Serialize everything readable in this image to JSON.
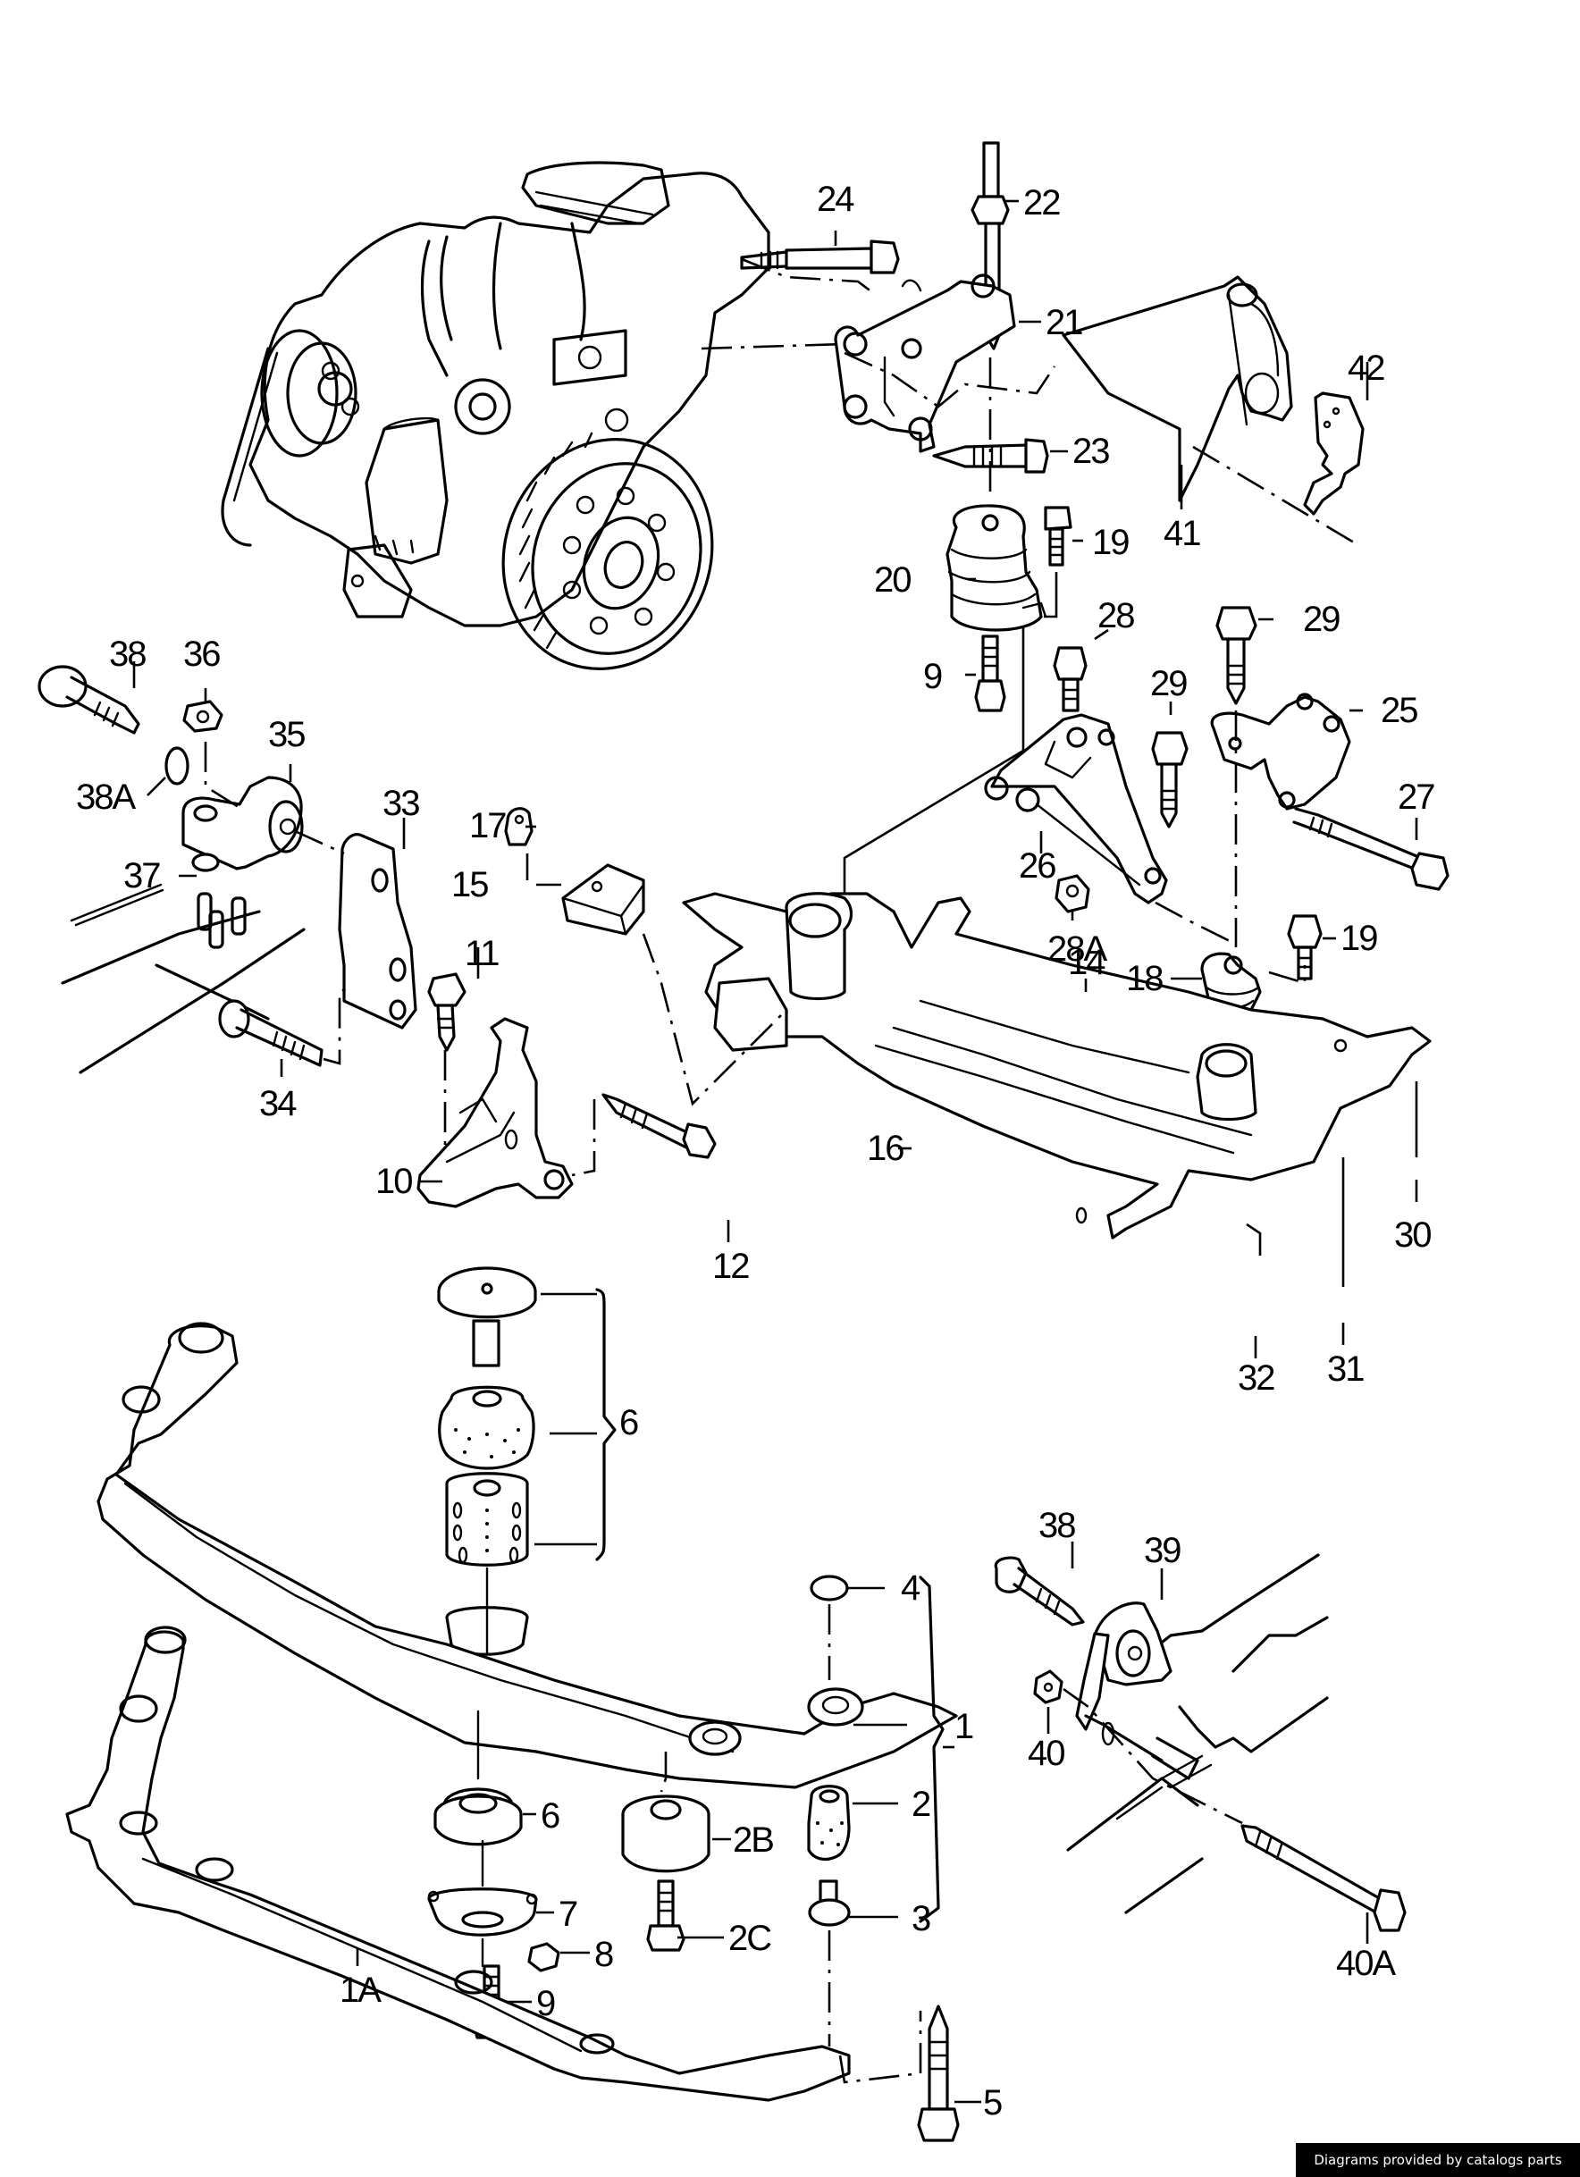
{
  "diagram": {
    "title": "Engine mounting / subframe exploded parts diagram",
    "callouts": [
      {
        "id": "c1",
        "label": "1"
      },
      {
        "id": "c1A",
        "label": "1A"
      },
      {
        "id": "c2",
        "label": "2"
      },
      {
        "id": "c2B",
        "label": "2B"
      },
      {
        "id": "c2C",
        "label": "2C"
      },
      {
        "id": "c3",
        "label": "3"
      },
      {
        "id": "c4",
        "label": "4"
      },
      {
        "id": "c5",
        "label": "5"
      },
      {
        "id": "c6a",
        "label": "6"
      },
      {
        "id": "c6b",
        "label": "6"
      },
      {
        "id": "c7",
        "label": "7"
      },
      {
        "id": "c8",
        "label": "8"
      },
      {
        "id": "c9a",
        "label": "9"
      },
      {
        "id": "c9b",
        "label": "9"
      },
      {
        "id": "c10",
        "label": "10"
      },
      {
        "id": "c11",
        "label": "11"
      },
      {
        "id": "c12",
        "label": "12"
      },
      {
        "id": "c14",
        "label": "14"
      },
      {
        "id": "c15",
        "label": "15"
      },
      {
        "id": "c16",
        "label": "16"
      },
      {
        "id": "c17",
        "label": "17"
      },
      {
        "id": "c18",
        "label": "18"
      },
      {
        "id": "c19a",
        "label": "19"
      },
      {
        "id": "c19b",
        "label": "19"
      },
      {
        "id": "c20",
        "label": "20"
      },
      {
        "id": "c21",
        "label": "21"
      },
      {
        "id": "c22",
        "label": "22"
      },
      {
        "id": "c23",
        "label": "23"
      },
      {
        "id": "c24",
        "label": "24"
      },
      {
        "id": "c25",
        "label": "25"
      },
      {
        "id": "c26",
        "label": "26"
      },
      {
        "id": "c27",
        "label": "27"
      },
      {
        "id": "c28",
        "label": "28"
      },
      {
        "id": "c28A",
        "label": "28A"
      },
      {
        "id": "c29a",
        "label": "29"
      },
      {
        "id": "c29b",
        "label": "29"
      },
      {
        "id": "c30",
        "label": "30"
      },
      {
        "id": "c31",
        "label": "31"
      },
      {
        "id": "c32",
        "label": "32"
      },
      {
        "id": "c33",
        "label": "33"
      },
      {
        "id": "c34",
        "label": "34"
      },
      {
        "id": "c35",
        "label": "35"
      },
      {
        "id": "c36",
        "label": "36"
      },
      {
        "id": "c37",
        "label": "37"
      },
      {
        "id": "c38a",
        "label": "38"
      },
      {
        "id": "c38b",
        "label": "38"
      },
      {
        "id": "c38A",
        "label": "38A"
      },
      {
        "id": "c39",
        "label": "39"
      },
      {
        "id": "c40",
        "label": "40"
      },
      {
        "id": "c40A",
        "label": "40A"
      },
      {
        "id": "c41",
        "label": "41"
      },
      {
        "id": "c42",
        "label": "42"
      }
    ]
  },
  "footer": {
    "credit": "Diagrams provided by catalogs parts"
  }
}
